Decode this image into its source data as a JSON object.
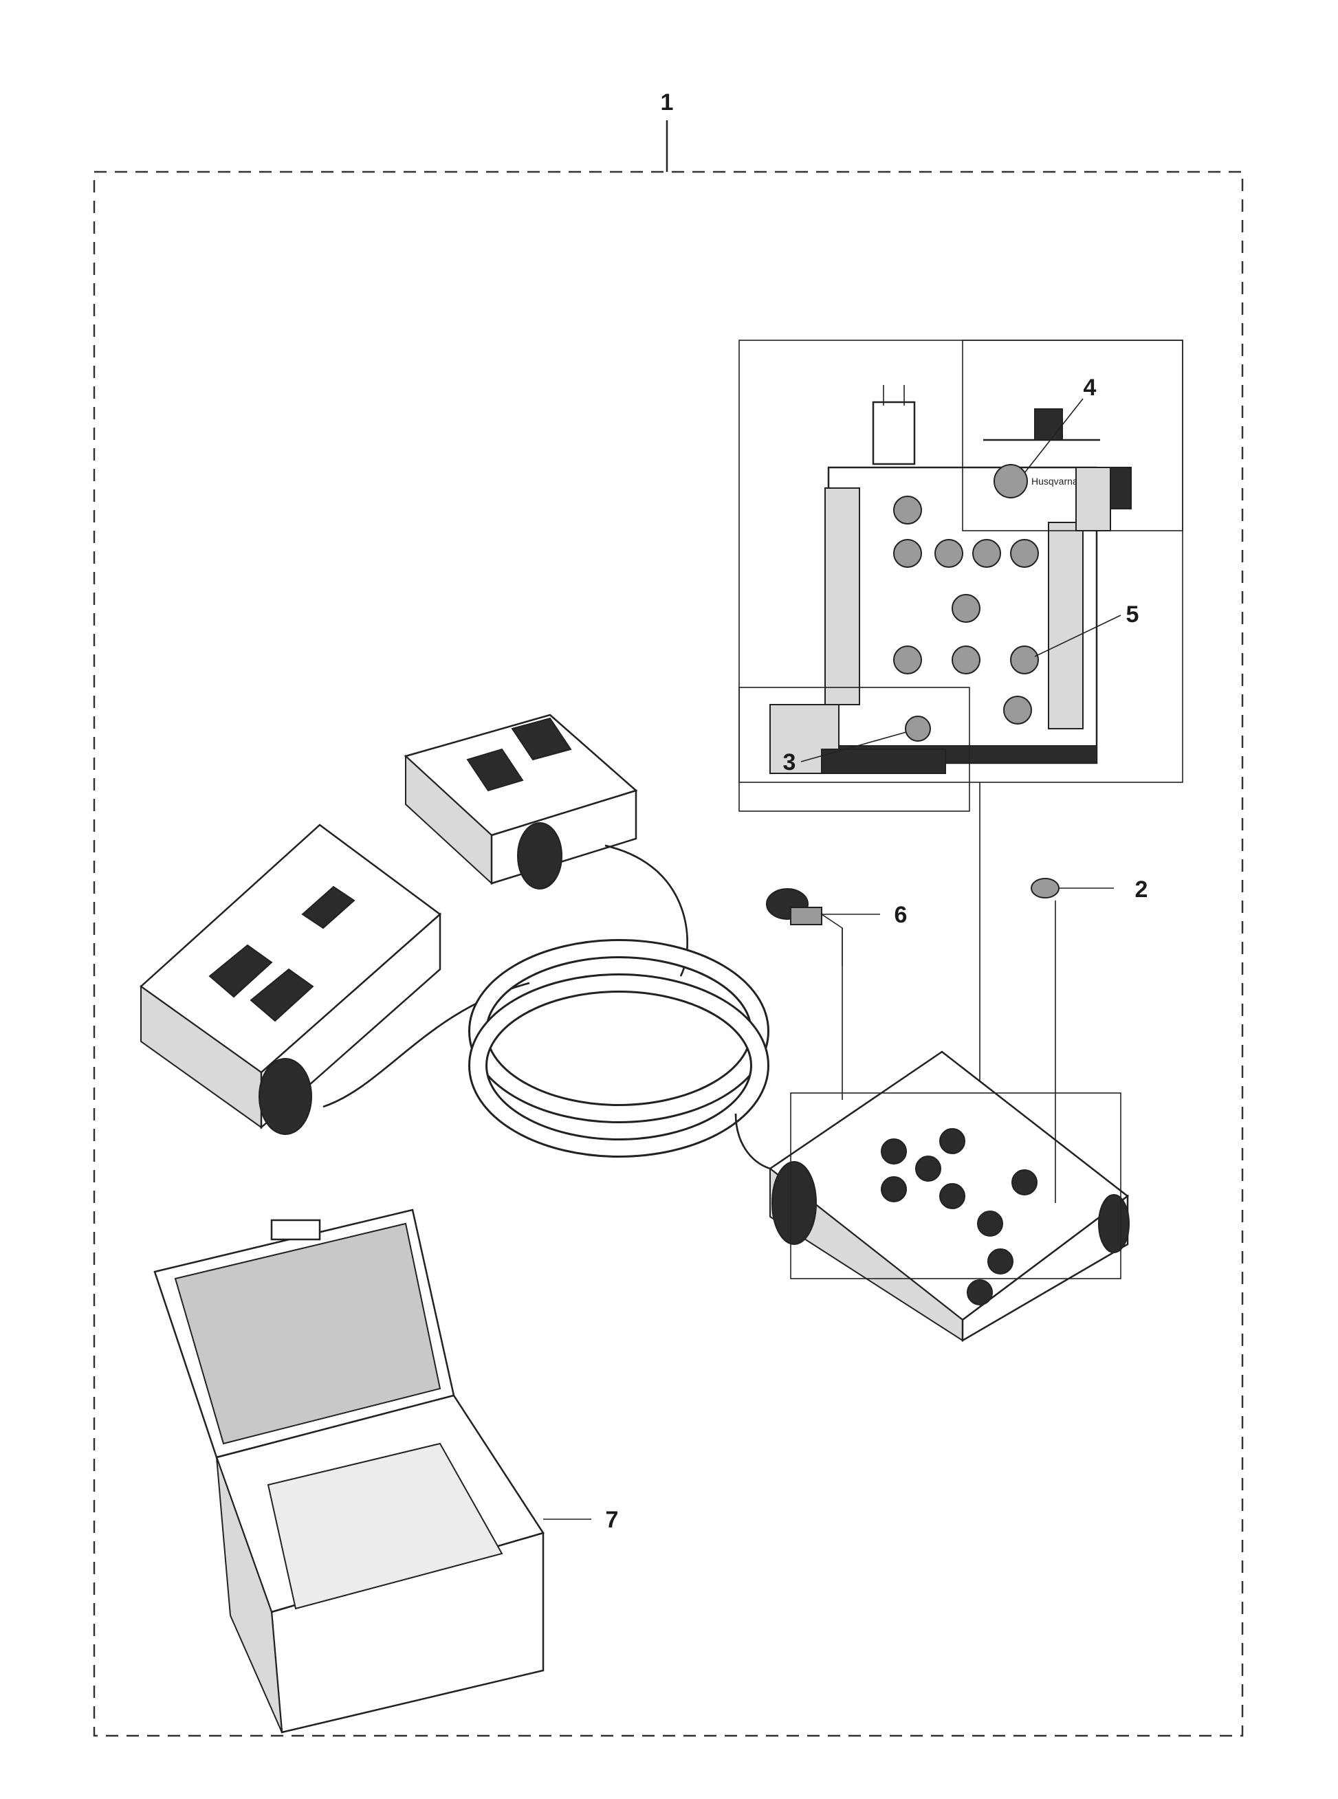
{
  "title": "Exploded parts diagram – test box kit",
  "callouts": {
    "c1": "1",
    "c2": "2",
    "c3": "3",
    "c4": "4",
    "c5": "5",
    "c6": "6",
    "c7": "7"
  },
  "panel_logo_text": "Husqvarna",
  "colors": {
    "line": "#222222",
    "background": "#ffffff",
    "fill_dark": "#2b2b2b",
    "fill_grey": "#d9d9d9"
  }
}
